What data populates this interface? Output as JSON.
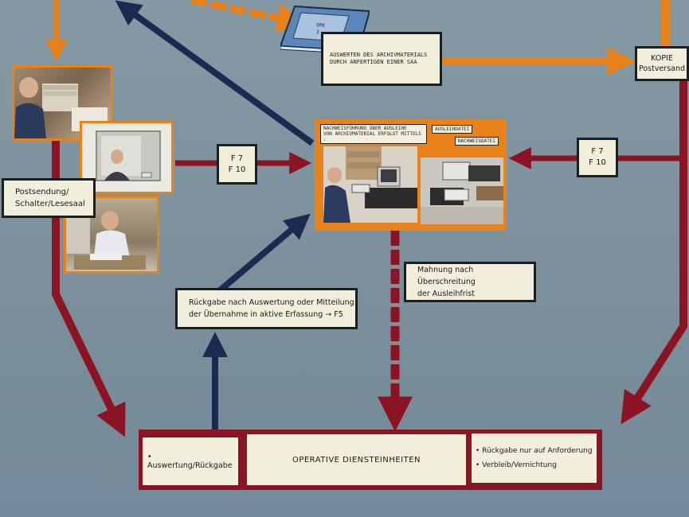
{
  "colors": {
    "background": "#7f95a0",
    "orange_arrow": "#e8831c",
    "maroon_arrow": "#8a1424",
    "navy_arrow": "#1c2a52",
    "label_bg": "#f2eedc"
  },
  "labels": {
    "auswerten": [
      "AUSWERTEN DES ARCHIVMATERIALS",
      "DURCH ANFERTIGEN EINER SAA"
    ],
    "kopie": [
      "KOPIE",
      "Postversand"
    ],
    "postsendung": [
      "Postsendung/",
      "Schalter/Lesesaal"
    ],
    "f7_left": [
      "F 7",
      "F 10"
    ],
    "f7_right": [
      "F 7",
      "F 10"
    ],
    "mahnung": [
      "Mahnung nach Überschreitung",
      "der Ausleihfrist"
    ],
    "rueckgabe": [
      "Rückgabe nach Auswertung oder Mitteilung",
      "der Übernahme in aktive Erfassung → F5"
    ],
    "nachweis": [
      "NACHWEISFÜHRUNG ÜBER AUSLEIHE",
      "VON ARCHIVMATERIAL ERFOLGT MITTELS :"
    ],
    "ausleihdatei": "AUSLEIHDATEI",
    "nachweisdatei": "NACHWEISDATEI",
    "auswertung_rueckgabe": "• Auswertung/Rückgabe",
    "operative": "OPERATIVE DIENSTEINHEITEN",
    "rueckgabe_anforderung": "• Rückgabe nur auf Anforderung",
    "verbleib": "• Verbleib/Vernichtung"
  },
  "icons": [
    "file-binder-icon",
    "office-worker-photo",
    "computer-terminal-photo"
  ]
}
